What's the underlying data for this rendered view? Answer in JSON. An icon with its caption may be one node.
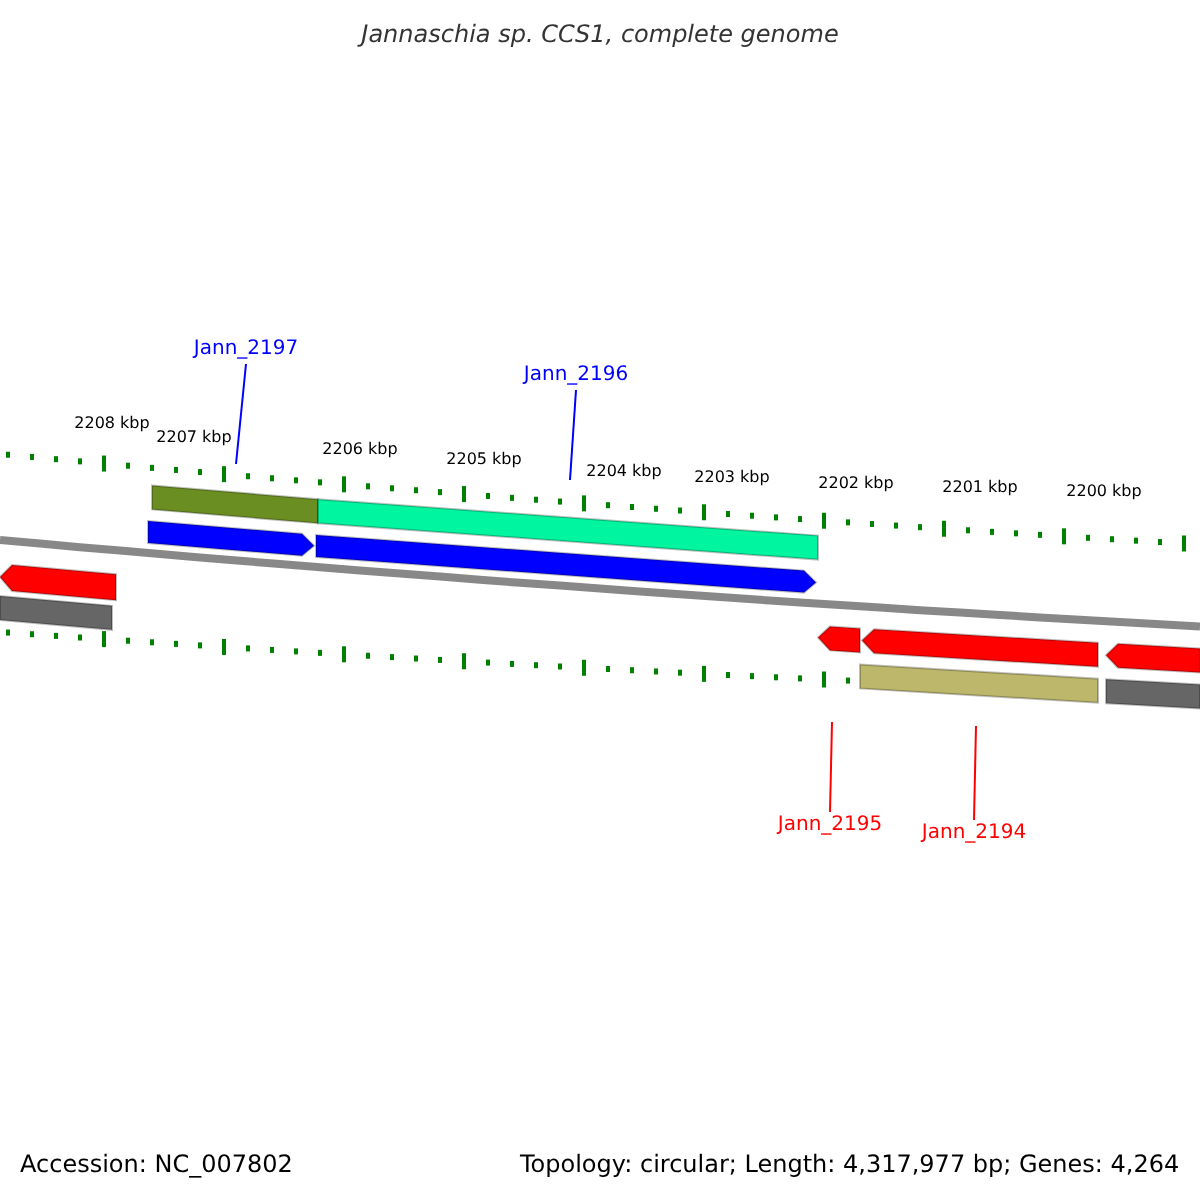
{
  "diagram": {
    "title": "Jannaschia sp. CCS1, complete genome",
    "nodes": [
      {
        "text": [
          "Jann_2197"
        ]
      },
      {
        "text": [
          "Jann_2196"
        ]
      },
      {
        "text": [
          "Jann_2195"
        ]
      },
      {
        "text": [
          "Jann_2194"
        ]
      }
    ],
    "edges": [
      {
        "from": 0,
        "to": null,
        "arrow": "none",
        "color": "#0000ff"
      },
      {
        "from": 1,
        "to": null,
        "arrow": "none",
        "color": "#0000ff"
      },
      {
        "from": 2,
        "to": null,
        "arrow": "none",
        "color": "#ff0000"
      },
      {
        "from": 3,
        "to": null,
        "arrow": "none",
        "color": "#ff0000"
      }
    ],
    "labels": [
      "2208 kbp",
      "2207 kbp",
      "2206 kbp",
      "2205 kbp",
      "2204 kbp",
      "2203 kbp",
      "2202 kbp",
      "2201 kbp",
      "2200 kbp",
      "Accession: NC_007802",
      "Topology: circular; Length: 4,317,977 bp; Genes: 4,264"
    ]
  }
}
